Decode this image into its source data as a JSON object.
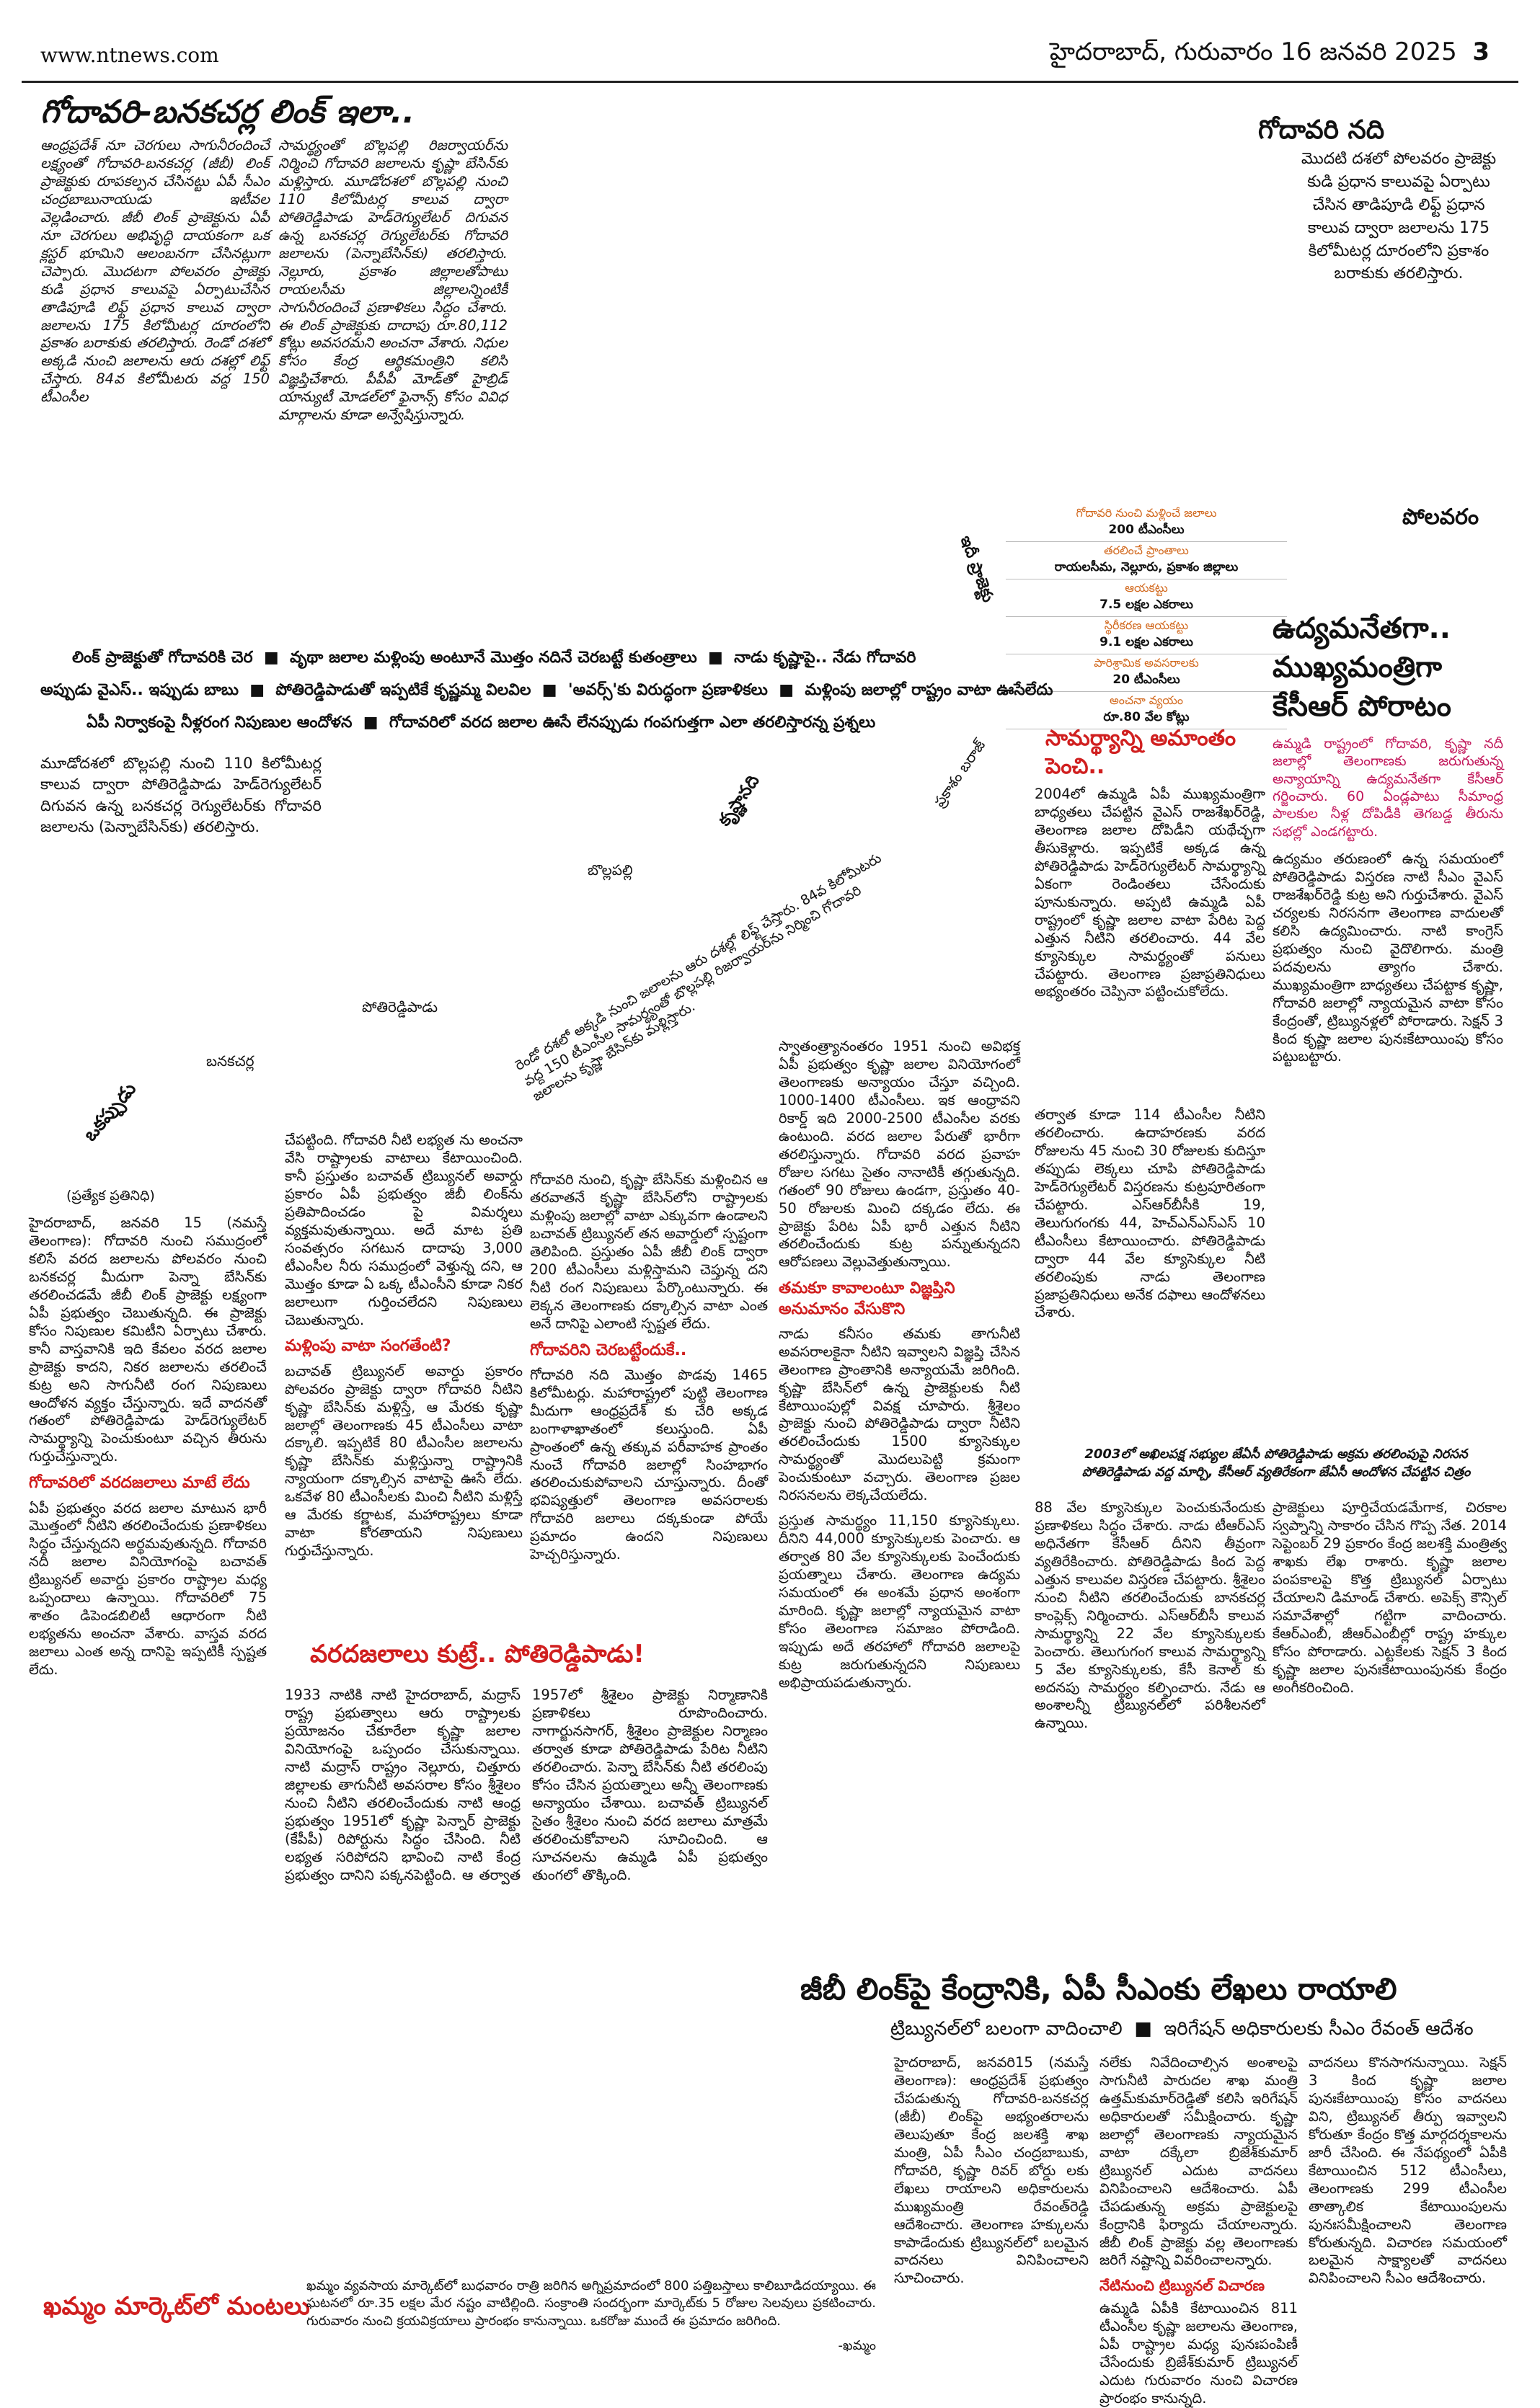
{
  "header": {
    "website": "www.ntnews.com",
    "dateline": "హైదరాబాద్, గురువారం 16 జనవరి 2025",
    "page_number": "3"
  },
  "top_article": {
    "headline": "గోదావరి-బనకచర్ల లింక్ ఇలా..",
    "col1": "ఆంధ్రప్రదేశ్ నూ చెరగులు సాగునీరందించే లక్ష్యంతో గోదావరి-బనకచర్ల (జీబీ) లింక్ ప్రాజెక్టుకు రూపకల్పన చేసినట్టు ఏపీ సీఎం చంద్రబాబునాయుడు ఇటీవల వెల్లడించారు. జీబీ లింక్ ప్రాజెక్టును ఏపీ నూ చెరగులు అభివృద్ధి దాయకంగా ఒక క్లస్టర్ భూమిని ఆలంబనగా చేసినట్లుగా చెప్పారు. మొదటగా పోలవరం ప్రాజెక్టు కుడి ప్రధాన కాలువపై ఏర్పాటుచేసిన తాడిపూడి లిఫ్ట్ ప్రధాన కాలువ ద్వారా జలాలను 175 కిలోమీటర్ల దూరంలోని ప్రకాశం బరాకుకు తరలిస్తారు. రెండో దశలో అక్కడి నుంచి జలాలను ఆరు దశల్లో లిఫ్ట్ చేస్తారు. 84వ కిలోమీటరు వద్ద 150 టీఎంసీల",
    "col2": "సామర్థ్యంతో బొల్లపల్లి రిజర్వాయర్‌ను నిర్మించి గోదావరి జలాలను కృష్ణా బేసిన్‌కు మళ్లిస్తారు. మూడోదశలో బొల్లపల్లి నుంచి 110 కిలోమీటర్ల కాలువ ద్వారా పోతిరెడ్డిపాడు హెడ్‌రెగ్యులేటర్ దిగువన ఉన్న బనకచర్ల రెగ్యులేటర్‌కు గోదావరి జలాలను (పెన్నాబేసిన్‌కు) తరలిస్తారు. నెల్లూరు, ప్రకాశం జిల్లాలతోపాటు రాయలసీమ జిల్లాలన్నింటికీ సాగునీరందించే ప్రణాళికలు సిద్ధం చేశారు. ఈ లింక్ ప్రాజెక్టుకు దాదాపు రూ.80,112 కోట్లు అవసరమని అంచనా వేశారు. నిధుల కోసం కేంద్ర ఆర్థికమంత్రిని కలిసి విజ్ఞప్తిచేశారు. పీపీపీ మోడ్‌తో హైబ్రిడ్ యాన్యుటీ మోడల్‌లో ఫైనాన్స్ కోసం వివిధ మార్గాలను కూడా అన్వేషిస్తున్నారు."
  },
  "map": {
    "godavari_label": "గోదావరి నది",
    "godavari_text": "మొదటి దశలో పోలవరం ప్రాజెక్టు కుడి ప్రధాన కాలువపై ఏర్పాటు చేసిన తాడిపూడి లిఫ్ట్ ప్రధాన కాలువ ద్వారా జలాలను 175 కిలోమీటర్ల దూరంలోని ప్రకాశం బరాకుకు తరలిస్తారు.",
    "polavaram_label": "పోలవరం",
    "krishna_label": "కృష్ణానది",
    "prakasam_label": "ప్రకాశం బరాజ్",
    "bollapalli_label": "బొల్లపల్లి",
    "pothireddypadu_label": "పోతిరెడ్డిపాడు",
    "banakacherla_label": "బనకచర్ల",
    "phase3_text": "మూడోదశలో బొల్లపల్లి నుంచి 110 కిలోమీటర్ల కాలువ ద్వారా పోతిరెడ్డిపాడు హెడ్‌రెగ్యులేటర్ దిగువన ఉన్న బనకచర్ల రెగ్యులేటర్‌కు గోదావరి జలాలను (పెన్నాబేసిన్‌కు) తరలిస్తారు.",
    "phase2_text": "రెండో దశలో అక్కడి నుంచి జలాలను ఆరు దశల్లో లిఫ్ట్ చేస్తారు. 84వ కిలోమీటరు వద్ద 150 టీఎంసీల సామర్థ్యంతో బొల్లపల్లి రిజర్వాయర్‌ను నిర్మించి గోదావరి జలాలను కృష్ణా బేసిన్‌కు మళ్లిస్తారు.",
    "info_box": [
      {
        "label": "గోదావరి నుంచి మళ్లించే జలాలు",
        "value": "200 టీఎంసీలు"
      },
      {
        "label": "తరలించే ప్రాంతాలు",
        "value": "రాయలసీమ, నెల్లూరు, ప్రకాశం జిల్లాలు"
      },
      {
        "label": "ఆయకట్టు",
        "value": "7.5 లక్షల ఎకరాలు"
      },
      {
        "label": "స్థిరీకరణ ఆయకట్టు",
        "value": "9.1 లక్షల ఎకరాలు"
      },
      {
        "label": "పారిశ్రామిక అవసరాలకు",
        "value": "20 టీఎంసీలు"
      },
      {
        "label": "అంచనా వ్యయం",
        "value": "రూ.80 వేల కోట్లు"
      }
    ],
    "info_title": "ఇదీ ప్రాజెక్టు"
  },
  "tag_strip": {
    "line1": [
      "లింక్ ప్రాజెక్టుతో గోదావరికి చెర",
      "వృథా జలాల మళ్లింపు అంటూనే మొత్తం నదినే చెరబట్టే కుతంత్రాలు",
      "నాడు కృష్ణాపై.. నేడు గోదావరి"
    ],
    "line2": [
      "అప్పుడు వైఎస్.. ఇప్పుడు బాబు",
      "పోతిరెడ్డిపాడుతో ఇప్పటికే కృష్ణమ్మ విలవిల",
      "'అవర్స్'కు విరుద్ధంగా ప్రణాళికలు",
      "మళ్లింపు జలాల్లో రాష్ట్రం వాటా ఊసేలేదు"
    ],
    "line3": [
      "ఏపీ నిర్వాకంపై నీళ్లరంగ నిపుణుల ఆందోళన",
      "గోదావరిలో వరద జలాల ఊసే లేనప్పుడు గంపగుత్తగా ఎలా తరలిస్తారన్న ప్రశ్నలు"
    ]
  },
  "main_article": {
    "kicker": "ఒకప్పుడు",
    "byline": "(ప్రత్యేక ప్రతినిధి)",
    "dateline": "హైదరాబాద్, జనవరి 15 (నమస్తే తెలంగాణ):",
    "col1": "హైదరాబాద్, జనవరి 15 (నమస్తే తెలంగాణ): గోదావరి నుంచి సముద్రంలో కలిసే వరద జలాలను పోలవరం నుంచి బనకచర్ల మీదుగా పెన్నా బేసిన్‌కు తరలించడమే జీబీ లింక్ ప్రాజెక్టు లక్ష్యంగా ఏపీ ప్రభుత్వం చెబుతున్నది. ఈ ప్రాజెక్టు కోసం నిపుణుల కమిటీని ఏర్పాటు చేశారు. కానీ వాస్తవానికి ఇది కేవలం వరద జలాల ప్రాజెక్టు కాదని, నికర జలాలను తరలించే కుట్ర అని సాగునీటి రంగ నిపుణులు ఆందోళన వ్యక్తం చేస్తున్నారు. ఇదే వాదనతో గతంలో పోతిరెడ్డిపాడు హెడ్‌రెగ్యులేటర్ సామర్థ్యాన్ని పెంచుకుంటూ వచ్చిన తీరును గుర్తుచేస్తున్నారు.",
    "sub1": "గోదావరిలో వరదజలాలు మాటే లేదు",
    "col1b": "ఏపీ ప్రభుత్వం వరద జలాల మాటున భారీ మొత్తంలో నీటిని తరలించేందుకు ప్రణాళికలు సిద్ధం చేస్తున్నదని అర్థమవుతున్నది. గోదావరి నదీ జలాల వినియోగంపై బచావత్ ట్రిబ్యునల్ అవార్డు ప్రకారం రాష్ట్రాల మధ్య ఒప్పందాలు ఉన్నాయి. గోదావరిలో 75 శాతం డిపెండబిలిటీ ఆధారంగా నీటి లభ్యతను అంచనా వేశారు. వాస్తవ వరద జలాలు ఎంత అన్న దానిపై ఇప్పటికీ స్పష్టత లేదు.",
    "col2": "చేపట్టింది. గోదావరి నీటి లభ్యత ను అంచనా వేసి రాష్ట్రాలకు వాటాలు కేటాయించింది. కానీ ప్రస్తుతం బచావత్ ట్రిబ్యునల్ అవార్డు ప్రకారం ఏపీ ప్రభుత్వం జీబీ లింక్‌ను ప్రతిపాదించడం పై విమర్శలు వ్యక్తమవుతున్నాయి. అదే మాట ప్రతి సంవత్సరం సగటున దాదాపు 3,000 టీఎంసీల నీరు సముద్రంలో వెళ్తున్న దని, ఆ మొత్తం కూడా ఏ ఒక్క టీఎంసీని కూడా నికర జలాలుగా గుర్తించలేదని నిపుణులు చెబుతున్నారు.",
    "sub2": "మళ్లింపు వాటా సంగతేంటి?",
    "col2b": "బచావత్ ట్రిబ్యునల్ అవార్డు ప్రకారం పోలవరం ప్రాజెక్టు ద్వారా గోదావరి నీటిని కృష్ణా బేసిన్‌కు మళ్లిస్తే, ఆ మేరకు కృష్ణా జలాల్లో తెలంగాణకు 45 టీఎంసీలు వాటా దక్కాలి. ఇప్పటికే 80 టీఎంసీల జలాలను కృష్ణా బేసిన్‌కు మళ్లిస్తున్నా రాష్ట్రానికి న్యాయంగా దక్కాల్సిన వాటాపై ఊసే లేదు. ఒకవేళ 80 టీఎంసీలకు మించి నీటిని మళ్లిస్తే ఆ మేరకు కర్ణాటక, మహారాష్ట్రలు కూడా వాటా కోరతాయని నిపుణులు గుర్తుచేస్తున్నారు.",
    "col3": "గోదావరి నుంచి, కృష్ణా బేసిన్‌కు మళ్లించిన ఆ తరవాతనే కృష్ణా బేసిన్‌లోని రాష్ట్రాలకు మళ్లింపు జలాల్లో వాటా ఎక్కువగా ఉండాలని బచావత్ ట్రిబ్యునల్ తన అవార్డులో స్పష్టంగా తెలిపింది. ప్రస్తుతం ఏపీ జీబీ లింక్ ద్వారా 200 టీఎంసీలు మళ్లిస్తామని చెప్తున్న దని నీటి రంగ నిపుణులు పేర్కొంటున్నారు. ఈ లెక్కన తెలంగాణకు దక్కాల్సిన వాటా ఎంత అనే దానిపై ఎలాంటి స్పష్టత లేదు.",
    "sub3": "గోదావరిని చెరబట్టేందుకే..",
    "col3b": "గోదావరి నది మొత్తం పొడవు 1465 కిలోమీటర్లు. మహారాష్ట్రలో పుట్టి తెలంగాణ మీదుగా ఆంధ్రప్రదేశ్ కు చేరి అక్కడ బంగాళాఖాతంలో కలుస్తుంది. ఏపీ ప్రాంతంలో ఉన్న తక్కువ పరీవాహక ప్రాంతం నుంచే గోదావరి జలాల్లో సింహభాగం తరలించుకుపోవాలని చూస్తున్నారు. దీంతో భవిష్యత్తులో తెలంగాణ అవసరాలకు గోదావరి జలాలు దక్కకుండా పోయే ప్రమాదం ఉందని నిపుణులు హెచ్చరిస్తున్నారు.",
    "col4": "స్వాతంత్ర్యానంతరం 1951 నుంచి అవిభక్త ఏపీ ప్రభుత్వం కృష్ణా జలాల వినియోగంలో తెలంగాణకు అన్యాయం చేస్తూ వచ్చింది. 1000-1400 టీఎంసీలు. ఇక ఆంధ్రావని రికార్డ్ ఇది 2000-2500 టీఎంసీల వరకు ఉంటుంది. వరద జలాల పేరుతో భారీగా తరలిస్తున్నారు. గోదావరి వరద ప్రవాహ రోజుల సగటు సైతం నానాటికీ తగ్గుతున్నది. గతంలో 90 రోజులు ఉండగా, ప్రస్తుతం 40-50 రోజులకు మించి దక్కడం లేదు. ఈ ప్రాజెక్టు పేరిట ఏపీ భారీ ఎత్తున నీటిని తరలించేందుకు కుట్ర పన్నుతున్నదని ఆరోపణలు వెల్లువెత్తుతున్నాయి.",
    "sub4": "తమకూ కావాలంటూ విజ్ఞప్తిని అనుమానం వేసుకొని",
    "col4b": "నాడు కనీసం తమకు తాగునీటి అవసరాలకైనా నీటిని ఇవ్వాలని విజ్ఞప్తి చేసిన తెలంగాణ ప్రాంతానికి అన్యాయమే జరిగింది. కృష్ణా బేసిన్‌లో ఉన్న ప్రాజెక్టులకు నీటి కేటాయింపుల్లో వివక్ష చూపారు. శ్రీశైలం ప్రాజెక్టు నుంచి పోతిరెడ్డిపాడు ద్వారా నీటిని తరలించేందుకు 1500 క్యూసెక్కుల సామర్థ్యంతో మొదలుపెట్టి క్రమంగా పెంచుకుంటూ వచ్చారు. తెలంగాణ ప్రజల నిరసనలను లెక్కచేయలేదు.",
    "col5": "ప్రస్తుత సామర్థ్యం 11,150 క్యూసెక్కులు. దీనిని 44,000 క్యూసెక్కులకు పెంచారు. ఆ తర్వాత 80 వేల క్యూసెక్కులకు పెంచేందుకు ప్రయత్నాలు చేశారు. తెలంగాణ ఉద్యమ సమయంలో ఈ అంశమే ప్రధాన అంశంగా మారింది. కృష్ణా జలాల్లో న్యాయమైన వాటా కోసం తెలంగాణ సమాజం పోరాడింది. ఇప్పుడు అదే తరహాలో గోదావరి జలాలపై కుట్ర జరుగుతున్నదని నిపుణులు అభిప్రాయపడుతున్నారు."
  },
  "samarthyam": {
    "title": "సామర్థ్యాన్ని అమాంతం పెంచి..",
    "text": "2004లో ఉమ్మడి ఏపీ ముఖ్యమంత్రిగా బాధ్యతలు చేపట్టిన వైఎస్ రాజశేఖర్‌రెడ్డి, తెలంగాణ జలాల దోపిడీని యథేచ్ఛగా తీసుకెళ్లారు. ఇప్పటికే అక్కడ ఉన్న పోతిరెడ్డిపాడు హెడ్‌రెగ్యులేటర్ సామర్థ్యాన్ని ఏకంగా రెండింతలు చేసేందుకు పూనుకున్నారు. అప్పటి ఉమ్మడి ఏపీ రాష్ట్రంలో కృష్ణా జలాల వాటా పేరిట పెద్ద ఎత్తున నీటిని తరలించారు. 44 వేల క్యూసెక్కుల సామర్థ్యంతో పనులు చేపట్టారు. తెలంగాణ ప్రజాప్రతినిధులు అభ్యంతరం చెప్పినా పట్టించుకోలేదు.",
    "col2": "తర్వాత కూడా 114 టీఎంసీల నీటిని తరలించారు. ఉదాహరణకు వరద రోజులను 45 నుంచి 30 రోజులకు కుదిస్తూ తప్పుడు లెక్కలు చూపి పోతిరెడ్డిపాడు హెడ్‌రెగ్యులేటర్ విస్తరణను కుట్రపూరితంగా చేపట్టారు. ఎస్ఆర్‌బీసీకి 19, తెలుగుగంగకు 44, హెచ్ఎన్ఎస్ఎస్ 10 టీఎంసీలు కేటాయించారు. పోతిరెడ్డిపాడు ద్వారా 44 వేల క్యూసెక్కుల నీటి తరలింపుకు నాడు తెలంగాణ ప్రజాప్రతినిధులు అనేక దఫాలు ఆందోళనలు చేశారు."
  },
  "kcr": {
    "kicker": "ఉద్యమనేతగా.. ముఖ్యమంత్రిగా కేసీఆర్ పోరాటం",
    "pink_intro": "ఉమ్మడి రాష్ట్రంలో గోదావరి, కృష్ణా నదీ జలాల్లో తెలంగాణకు జరుగుతున్న అన్యాయాన్ని ఉద్యమనేతగా కేసీఆర్ గర్జించారు. 60 ఏండ్లపాటు సీమాంధ్ర పాలకుల నీళ్ల దోపిడీకి తెగబడ్డ తీరును సభల్లో ఎండగట్టారు.",
    "text": "ఉద్యమం తరుణంలో ఉన్న సమయంలో పోతిరెడ్డిపాడు విస్తరణ నాటి సీఎం వైఎస్ రాజశేఖర్‌రెడ్డి కుట్ర అని గుర్తుచేశారు. వైఎస్ చర్యలకు నిరసనగా తెలంగాణ వాదులతో కలిసి ఉద్యమించారు. నాటి కాంగ్రెస్ ప్రభుత్వం నుంచి వైదొలిగారు. మంత్రి పదవులను త్యాగం చేశారు. ముఖ్యమంత్రిగా బాధ్యతలు చేపట్టాక కృష్ణా, గోదావరి జలాల్లో న్యాయమైన వాటా కోసం కేంద్రంతో, ట్రిబ్యునళ్లలో పోరాడారు. సెక్షన్ 3 కింద కృష్ణా జలాల పునఃకేటాయింపు కోసం పట్టుబట్టారు."
  },
  "photo": {
    "caption1": "2003లో అఖిలపక్ష సభ్యుల జేఏసీ పోతిరెడ్డిపాడు అక్రమ తరలింపుపై నిరసన",
    "caption2": "పోతిరెడ్డిపాడు వద్ద మార్చి, కేసీఆర్ వ్యతిరేకంగా జేఏసీ ఆందోళన చేపట్టిన చిత్రం"
  },
  "lower_col5": "88 వేల క్యూసెక్కుల పెంచుకునేందుకు ప్రణాళికలు సిద్ధం చేశారు. నాడు టీఆర్ఎస్ అధినేతగా కేసీఆర్ దీనిని తీవ్రంగా వ్యతిరేకించారు. పోతిరెడ్డిపాడు కింద పెద్ద ఎత్తున కాలువల విస్తరణ చేపట్టారు. శ్రీశైలం నుంచి నీటిని తరలించేందుకు బానకచర్ల కాంప్లెక్స్ నిర్మించారు. ఎస్ఆర్‌బీసీ కాలువ సామర్థ్యాన్ని 22 వేల క్యూసెక్కులకు పెంచారు. తెలుగుగంగ కాలువ సామర్థ్యాన్ని 5 వేల క్యూసెక్కులకు, కేసీ కెనాల్ కు అదనపు సామర్థ్యం కల్పించారు. నేడు ఆ అంశాలన్నీ ట్రిబ్యునల్‌లో పరిశీలనలో ఉన్నాయి.",
  "lower_col6": "ప్రాజెక్టులు పూర్తిచేయడమేగాక, చిరకాల స్వప్నాన్ని సాకారం చేసిన గొప్ప నేత. 2014 సెప్టెంబర్ 29 ప్రకారం కేంద్ర జలశక్తి మంత్రిత్వ శాఖకు లేఖ రాశారు. కృష్ణా జలాల పంపకాలపై కొత్త ట్రిబ్యునల్ ఏర్పాటు చేయాలని డిమాండ్ చేశారు. అపెక్స్ కౌన్సిల్ సమావేశాల్లో గట్టిగా వాదించారు. కేఆర్ఎంబీ, జీఆర్ఎంబీల్లో రాష్ట్ర హక్కుల కోసం పోరాడారు. ఎట్టకేలకు సెక్షన్ 3 కింద కృష్ణా జలాల పునఃకేటాయింపునకు కేంద్రం అంగీకరించింది.",
  "varada": {
    "title": "వరదజలాలు కుట్రే.. పోతిరెడ్డిపాడు!",
    "text": "1933 నాటికి నాటి హైదరాబాద్, మద్రాస్ రాష్ట్ర ప్రభుత్వాలు ఆరు రాష్ట్రాలకు ప్రయోజనం చేకూరేలా కృష్ణా జలాల వినియోగంపై ఒప్పందం చేసుకున్నాయి. నాటి మద్రాస్ రాష్ట్రం నెల్లూరు, చిత్తూరు జిల్లాలకు తాగునీటి అవసరాల కోసం శ్రీశైలం నుంచి నీటిని తరలించేందుకు నాటి ఆంధ్ర ప్రభుత్వం 1951లో కృష్ణా పెన్నార్ ప్రాజెక్టు (కేపీపీ) రిపోర్టును సిద్ధం చేసింది. నీటి లభ్యత సరిపోదని భావించి నాటి కేంద్ర ప్రభుత్వం దానిని పక్కనపెట్టింది. ఆ తర్వాత 1957లో శ్రీశైలం ప్రాజెక్టు నిర్మాణానికి ప్రణాళికలు రూపొందించారు. నాగార్జునసాగర్, శ్రీశైలం ప్రాజెక్టుల నిర్మాణం తర్వాత కూడా పోతిరెడ్డిపాడు పేరిట నీటిని తరలించారు. పెన్నా బేసిన్‌కు నీటి తరలింపు కోసం చేసిన ప్రయత్నాలు అన్నీ తెలంగాణకు అన్యాయం చేశాయి. బచావత్ ట్రిబ్యునల్ సైతం శ్రీశైలం నుంచి వరద జలాలు మాత్రమే తరలించుకోవాలని సూచించింది. ఆ సూచనలను ఉమ్మడి ఏపీ ప్రభుత్వం తుంగలో తొక్కింది."
  },
  "gb_letters": {
    "headline": "జీబీ లింక్‌పై కేంద్రానికి, ఏపీ సీఎంకు లేఖలు రాయాలి",
    "subhead1": "ట్రిబ్యునల్‌లో బలంగా వాదించాలి",
    "subhead2": "ఇరిగేషన్ అధికారులకు సీఎం రేవంత్ ఆదేశం",
    "col1": "హైదరాబాద్, జనవరి15 (నమస్తే తెలంగాణ): ఆంధ్రప్రదేశ్ ప్రభుత్వం చేపడుతున్న గోదావరి-బనకచర్ల (జీబీ) లింక్‌పై అభ్యంతరాలను తెలుపుతూ కేంద్ర జలశక్తి శాఖ మంత్రి, ఏపీ సీఎం చంద్రబాబుకు, గోదావరి, కృష్ణా రివర్ బోర్డు లకు లేఖలు రాయాలని అధికారులను ముఖ్యమంత్రి రేవంత్‌రెడ్డి ఆదేశించారు. తెలంగాణ హక్కులను కాపాడేందుకు ట్రిబ్యునల్‌లో బలమైన వాదనలు వినిపించాలని సూచించారు.",
    "col2": "నలేకు నివేదించాల్సిన అంశాలపై సాగునీటి పారుదల శాఖ మంత్రి ఉత్తమ్‌కుమార్‌రెడ్డితో కలిసి ఇరిగేషన్ అధికారులతో సమీక్షించారు. కృష్ణా జలాల్లో తెలంగాణకు న్యాయమైన వాటా దక్కేలా బ్రిజేశ్‌కుమార్ ట్రిబ్యునల్ ఎదుట వాదనలు వినిపించాలని ఆదేశించారు. ఏపీ చేపడుతున్న అక్రమ ప్రాజెక్టులపై కేంద్రానికి ఫిర్యాదు చేయాలన్నారు. జీబీ లింక్ ప్రాజెక్టు వల్ల తెలంగాణకు జరిగే నష్టాన్ని వివరించాలన్నారు.",
    "sub": "నేటినుంచి ట్రిబ్యునల్ విచారణ",
    "col2b": "ఉమ్మడి ఏపీకి కేటాయించిన 811 టీఎంసీల కృష్ణా జలాలను తెలంగాణ, ఏపీ రాష్ట్రాల మధ్య పునఃపంపిణీ చేసేందుకు బ్రిజేశ్‌కుమార్ ట్రిబ్యునల్ ఎదుట గురువారం నుంచి విచారణ ప్రారంభం కానున్నది.",
    "col3": "వాదనలు కొనసాగనున్నాయి. సెక్షన్ 3 కింద కృష్ణా జలాల పునఃకేటాయింపు కోసం వాదనలు విని, ట్రిబ్యునల్ తీర్పు ఇవ్వాలని కోరుతూ కేంద్రం కొత్త మార్గదర్శకాలను జారీ చేసింది. ఈ నేపథ్యంలో ఏపీకి కేటాయించిన 512 టీఎంసీలు, తెలంగాణకు 299 టీఎంసీల తాత్కాలిక కేటాయింపులను పునఃసమీక్షించాలని తెలంగాణ కోరుతున్నది. విచారణ సమయంలో బలమైన సాక్ష్యాలతో వాదనలు వినిపించాలని సీఎం ఆదేశించారు."
  },
  "khammam": {
    "headline": "ఖమ్మం మార్కెట్‌లో మంటలు",
    "text": "ఖమ్మం వ్యవసాయ మార్కెట్‌లో బుధవారం రాత్రి జరిగిన అగ్నిప్రమాదంలో 800 పత్తిబస్తాలు కాలిబూడిదయ్యాయి. ఈ ఘటనలో రూ.35 లక్షల మేర నష్టం వాటిల్లింది. సంక్రాంతి సందర్భంగా మార్కెట్‌కు 5 రోజుల సెలవులు ప్రకటించారు. గురువారం నుంచి క్రయవిక్రయాలు ప్రారంభం కానున్నాయి. ఒకరోజు ముందే ఈ ప్రమాదం జరిగింది.",
    "credit": "-ఖమ్మం"
  }
}
